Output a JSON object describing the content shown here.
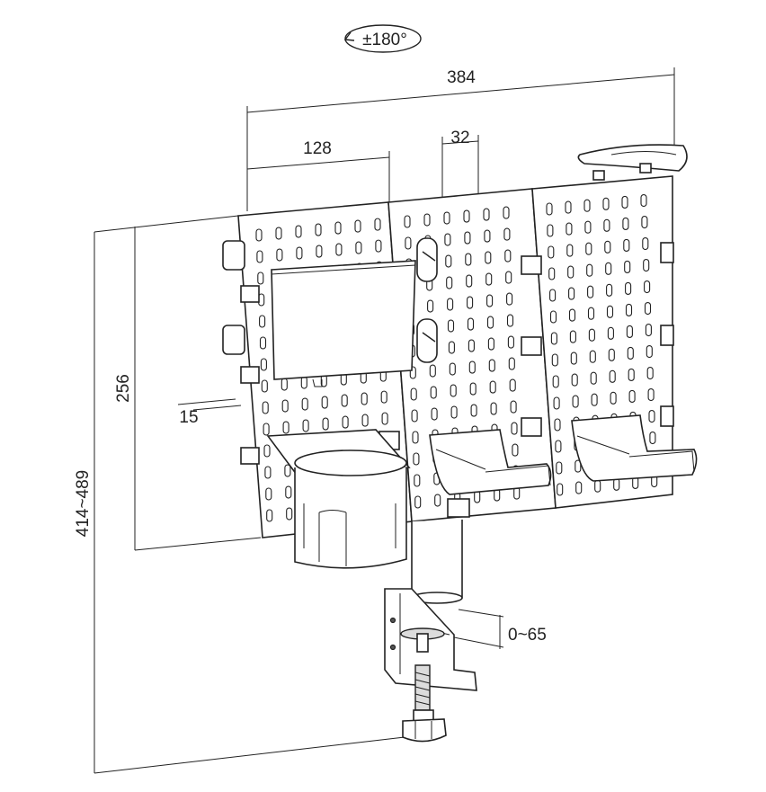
{
  "dimensions": {
    "rotation": "±180°",
    "total_width": "384",
    "panel_width": "128",
    "hole_pitch": "32",
    "panel_height": "256",
    "thickness": "15",
    "total_height": "414~489",
    "clamp_range": "0~65"
  },
  "colors": {
    "stroke": "#222222",
    "fill": "#ffffff",
    "shade": "#dcdcdc"
  }
}
